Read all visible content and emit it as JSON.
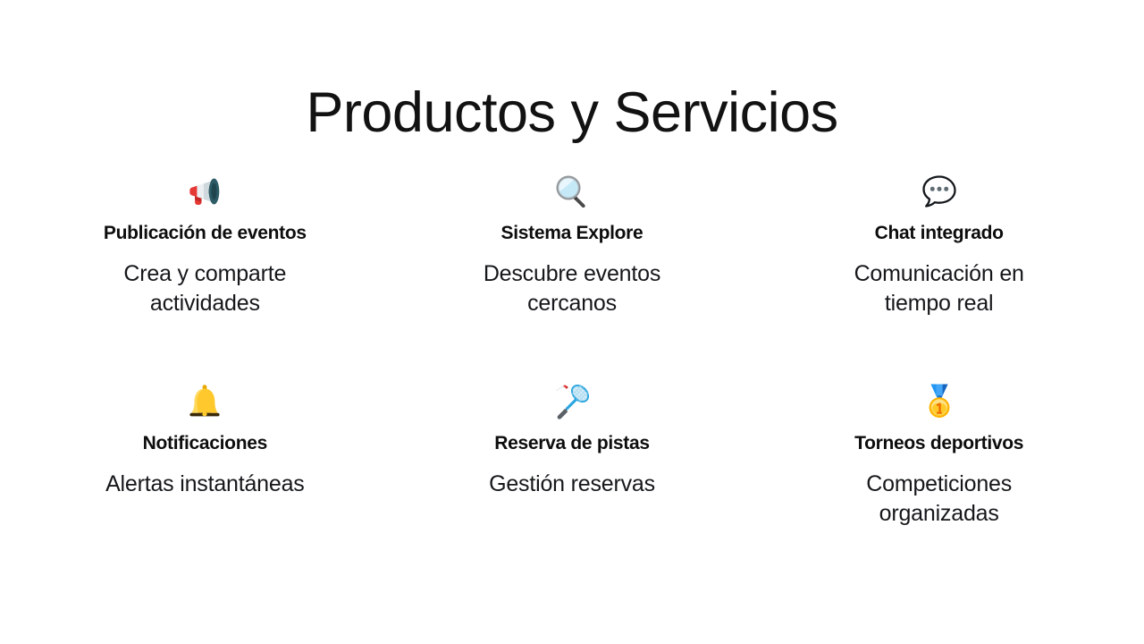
{
  "slide": {
    "title": "Productos y Servicios",
    "background_color": "#ffffff",
    "title_color": "#121212",
    "card_title_color": "#0d0d0d",
    "card_desc_color": "#15171a"
  },
  "cards": [
    {
      "icon": "megaphone-icon",
      "icon_glyph": "📣",
      "title": "Publicación de eventos",
      "description": "Crea y comparte actividades"
    },
    {
      "icon": "magnifying-glass-icon",
      "icon_glyph": "🔍",
      "title": "Sistema Explore",
      "description": "Descubre eventos cercanos"
    },
    {
      "icon": "speech-balloon-icon",
      "icon_glyph": "💬",
      "title": "Chat integrado",
      "description": "Comunicación en tiempo real"
    },
    {
      "icon": "bell-icon",
      "icon_glyph": "🔔",
      "title": "Notificaciones",
      "description": "Alertas instantáneas"
    },
    {
      "icon": "badminton-icon",
      "icon_glyph": "🏸",
      "title": "Reserva de pistas",
      "description": "Gestión reservas"
    },
    {
      "icon": "gold-medal-icon",
      "icon_glyph": "🥇",
      "title": "Torneos deportivos",
      "description": "Competiciones organizadas"
    }
  ]
}
